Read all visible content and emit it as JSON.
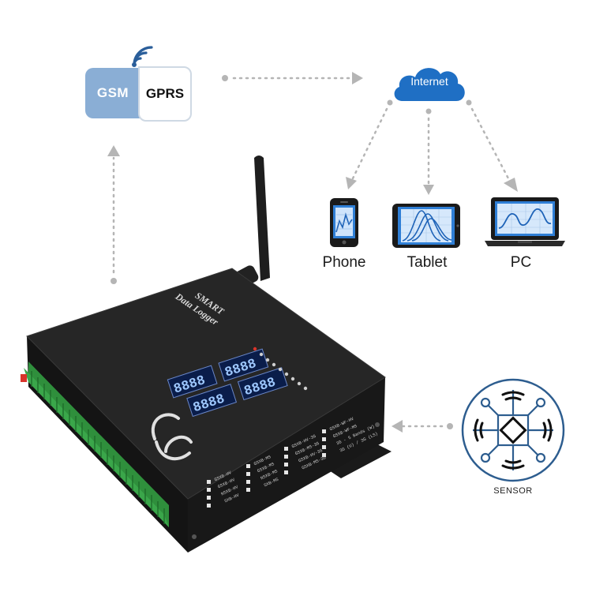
{
  "network": {
    "gsm_label": "GSM",
    "gprs_label": "GPRS",
    "cloud_label": "Internet"
  },
  "devices": {
    "phone_label": "Phone",
    "tablet_label": "Tablet",
    "pc_label": "PC"
  },
  "sensor": {
    "label": "SENSOR"
  },
  "logger": {
    "title_line1": "SMART",
    "title_line2": "Data Logger",
    "panel_col1": [
      "GSXB-HV",
      "GSXB-HV",
      "NSXB-HV",
      "SXB-HV"
    ],
    "panel_col2": [
      "GSXB-MS",
      "GSXB-MS",
      "NSXB-MS",
      "SXB-MS"
    ],
    "panel_col3": [
      "GSXB-HV-3G",
      "GSXB-MS-3G",
      "GSXB-HV-3G",
      "GSXB-MS-3G"
    ],
    "panel_col4": [
      "GSXB-WF-HV",
      "GSXB-WF-MS",
      "3G - 5 Bands (W)",
      "3G (U) / 3G (LS)"
    ]
  },
  "colors": {
    "accent_blue": "#1e73c8",
    "cloud_blue": "#1f6fc4",
    "gsm_blue": "#8aaed5",
    "connector_gray": "#b5b5b5",
    "device_black": "#1c1c1c",
    "terminal_green": "#3aa64a",
    "display_blue": "#9ec8ff"
  },
  "icons": [
    "wifi-signal-icon",
    "cloud-icon",
    "phone-icon",
    "tablet-icon",
    "laptop-icon",
    "sensor-icon",
    "antenna-icon",
    "company-logo-icon"
  ]
}
